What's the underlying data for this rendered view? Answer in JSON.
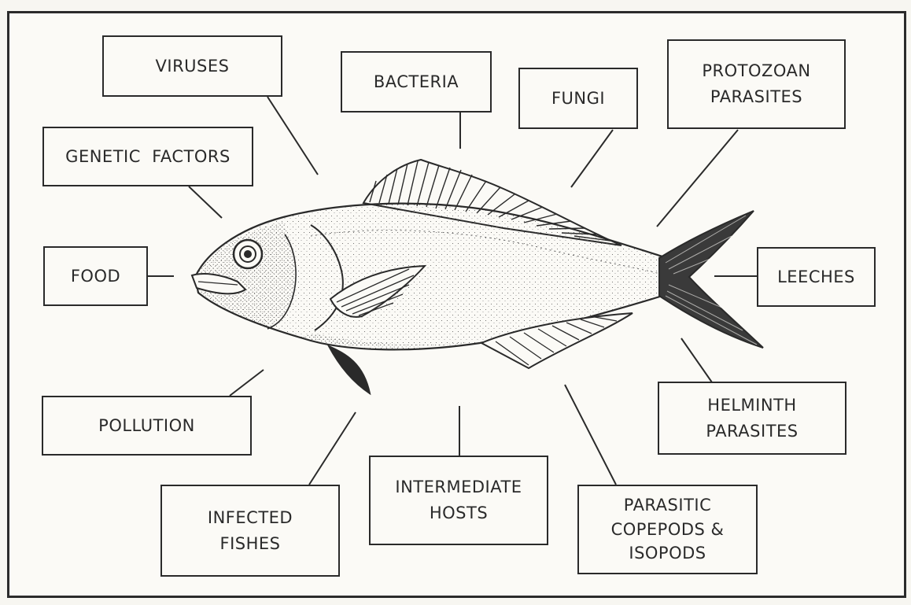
{
  "labels": {
    "viruses": [
      "VIRUSES"
    ],
    "bacteria": [
      "BACTERIA"
    ],
    "fungi": [
      "FUNGI"
    ],
    "protozoan": [
      "PROTOZOAN",
      "PARASITES"
    ],
    "genetic": [
      "GENETIC  FACTORS"
    ],
    "food": [
      "FOOD"
    ],
    "leeches": [
      "LEECHES"
    ],
    "pollution": [
      "POLLUTION"
    ],
    "helminth": [
      "HELMINTH",
      "PARASITES"
    ],
    "infected": [
      "INFECTED",
      "FISHES"
    ],
    "intermediate": [
      "INTERMEDIATE",
      "HOSTS"
    ],
    "copepods": [
      "PARASITIC",
      "COPEPODS &",
      "ISOPODS"
    ]
  },
  "colors": {
    "ink": "#2a2a2a",
    "paper": "#fbfaf6"
  },
  "icons": {
    "central_figure": "fish-illustration"
  }
}
